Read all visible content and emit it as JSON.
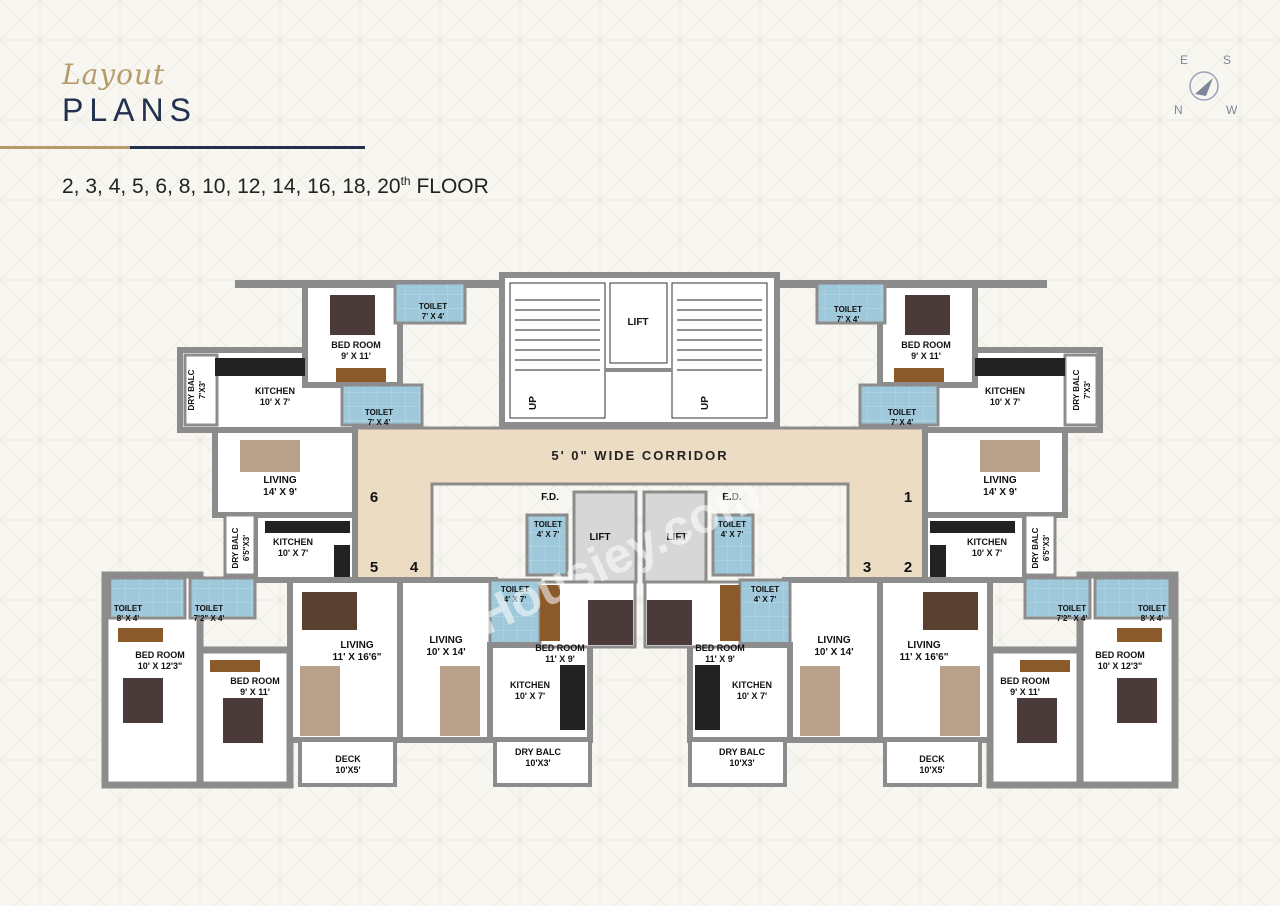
{
  "header": {
    "script_title": "Layout",
    "main_title": "PLANS",
    "floors_text": "2, 3, 4, 5, 6, 8, 10, 12, 14, 16, 18, 20",
    "floors_sup": "th",
    "floors_suffix": " FLOOR"
  },
  "compass": {
    "e": "E",
    "s": "S",
    "n": "N",
    "w": "W"
  },
  "watermark": "Housiey.com",
  "corridor": "5' 0\" WIDE CORRIDOR",
  "units": [
    "1",
    "2",
    "3",
    "4",
    "5",
    "6"
  ],
  "fd": "F.D.",
  "ed": "E.D.",
  "up": "UP",
  "rooms": {
    "lift": "LIFT",
    "bedroom": "BED ROOM",
    "toilet": "TOILET",
    "kitchen": "KITCHEN",
    "living": "LIVING",
    "dry_balc": "DRY BALC",
    "deck": "DECK"
  },
  "dims": {
    "bed_9x11": "9' X 11'",
    "bed_10x12": "10' X 12'3\"",
    "bed_11x9": "11' X 9'",
    "toilet_7x4": "7' X 4'",
    "toilet_8x4": "8' X 4'",
    "toilet_72x4": "7'2\" X 4'",
    "toilet_4x7": "4' X 7'",
    "kitchen_10x7": "10' X 7'",
    "living_14x9": "14' X 9'",
    "living_11x16": "11' X 16'6\"",
    "living_10x14": "10' X 14'",
    "drybalc_7x3": "7'X3'",
    "drybalc_65x3": "6'5\"X3'",
    "drybalc_10x3": "10'X3'",
    "deck_10x5": "10'X5'"
  }
}
